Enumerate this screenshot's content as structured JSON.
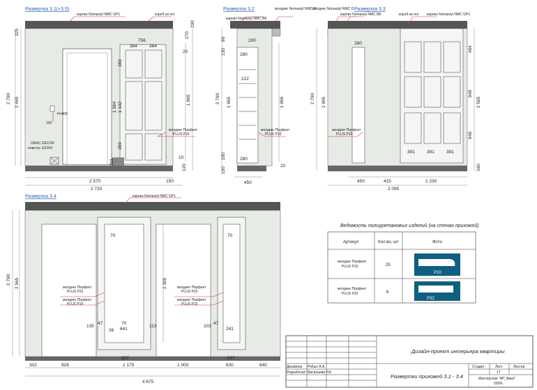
{
  "titles": {
    "r31": "Развертка 3.1(+3.5)",
    "r32": "Развертка 3.2",
    "r33": "Развертка 3.3",
    "r34": "Развертка 3.4"
  },
  "labels": {
    "cornice_gp1": "карниз Nomastyl NMC GP1",
    "cornice_b8": "карниз Nomastyl NMC B8",
    "korob": "короб из гкл",
    "molding_d": "молдинг Nomastyl NMC D",
    "molding_p10_l1": "молдинг Перфект",
    "molding_p10_l2": "PLUS P10",
    "molding_p32_l2": "PLUS P32",
    "orac_l1": "ORAC DECOR",
    "orac_l2": "плинтус SX104",
    "h900": "H=900",
    "d150": "150"
  },
  "dims31": {
    "w2570": "2 570",
    "w2720": "2 720",
    "w150": "150",
    "h2790": "2 790",
    "h2465": "2 465",
    "h325": "325",
    "p756": "756",
    "p364a": "364",
    "p364b": "364",
    "p1142": "1 142",
    "p1964": "1 964",
    "p1965": "1 965",
    "p359a": "359",
    "p359b": "359",
    "p270": "270",
    "p200": "200",
    "p20": "20",
    "p10": "10",
    "p120": "120",
    "p211": "211"
  },
  "dims32": {
    "w450": "450",
    "h2790": "2 790",
    "h1965": "1 965",
    "h1966": "1 965",
    "n280a": "280",
    "n280b": "280",
    "n200": "200",
    "n222": "222",
    "n130": "130",
    "n80": "80",
    "n100": "100",
    "n150": "150",
    "n20": "20"
  },
  "dims33": {
    "w450": "450",
    "w415": "415",
    "w1230": "1 230",
    "w2095": "2 095",
    "h2790": "2 790",
    "h1965": "1 965",
    "h2565": "2 565",
    "n948a": "948",
    "n948b": "948",
    "n464": "464",
    "n391a": "391",
    "n391b": "391",
    "n391c": "391",
    "n280": "280",
    "n160": "160"
  },
  "dims34": {
    "b302": "302",
    "b928": "928",
    "b1175": "1 175",
    "b1000": "1 000",
    "b630": "630",
    "b640": "640",
    "b927": "927",
    "b527": "527",
    "b4675": "4 675",
    "h2790": "2 790",
    "h2565": "2 565",
    "h2305": "2 305",
    "n70a": "70",
    "n70b": "70",
    "n70c": "70",
    "n641": "641",
    "n241": "241",
    "n47a": "47",
    "n47b": "47",
    "n135": "135",
    "n113": "113",
    "n103": "103",
    "n26": "26"
  },
  "table": {
    "title": "Ведомость полиуретановых изделий (на стенах прихожей)",
    "col_article": "Артикул",
    "col_qty": "Кол-во, шт",
    "col_photo": "Фото",
    "rows": [
      {
        "article_l1": "молдинг Перфект",
        "article_l2": "PLUS P10",
        "qty": "25",
        "tag": "P10"
      },
      {
        "article_l1": "молдинг Перфект",
        "article_l2": "PLUS P32",
        "qty": "6",
        "tag": "P32"
      }
    ]
  },
  "titleblock": {
    "project": "Дизайн-проект интерьера квартиры",
    "sheet_title": "Развертки прихожей 3.1 - 3.4",
    "role1": "Дизайнер",
    "name1": "Рябых А.А.",
    "role2": "Разработал",
    "name2": "Васильева Р.А.",
    "col_stage": "Стадия",
    "col_sheet": "Лист",
    "col_sheets": "Листов",
    "sheet_no": "17",
    "studio_l1": "Мастерская \"АР_Вико\"",
    "studio_l2": "2020г."
  }
}
